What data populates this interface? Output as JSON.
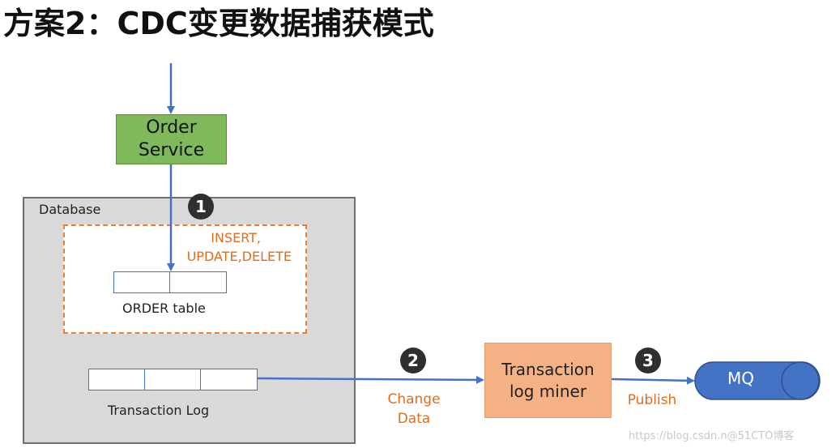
{
  "title": "方案2：CDC变更数据捕获模式",
  "order_service": {
    "line1": "Order",
    "line2": "Service"
  },
  "database": {
    "label": "Database"
  },
  "operations": {
    "line1": "INSERT,",
    "line2": "UPDATE,DELETE"
  },
  "order_table": {
    "label": "ORDER table"
  },
  "transaction_log": {
    "label": "Transaction Log"
  },
  "miner": {
    "line1": "Transaction",
    "line2": "log miner"
  },
  "steps": {
    "one": "1",
    "two": "2",
    "three": "3"
  },
  "change_data": {
    "line1": "Change",
    "line2": "Data"
  },
  "publish": {
    "label": "Publish"
  },
  "mq": {
    "label": "MQ"
  },
  "watermark": "https://blog.csdn.n@51CTO博客",
  "colors": {
    "arrow": "#4472c4",
    "orange": "#ed7d31",
    "green_box": "#70ad47",
    "miner_box": "#f4b183",
    "mq_fill": "#4472c4",
    "database_fill": "#d9d9d9"
  }
}
